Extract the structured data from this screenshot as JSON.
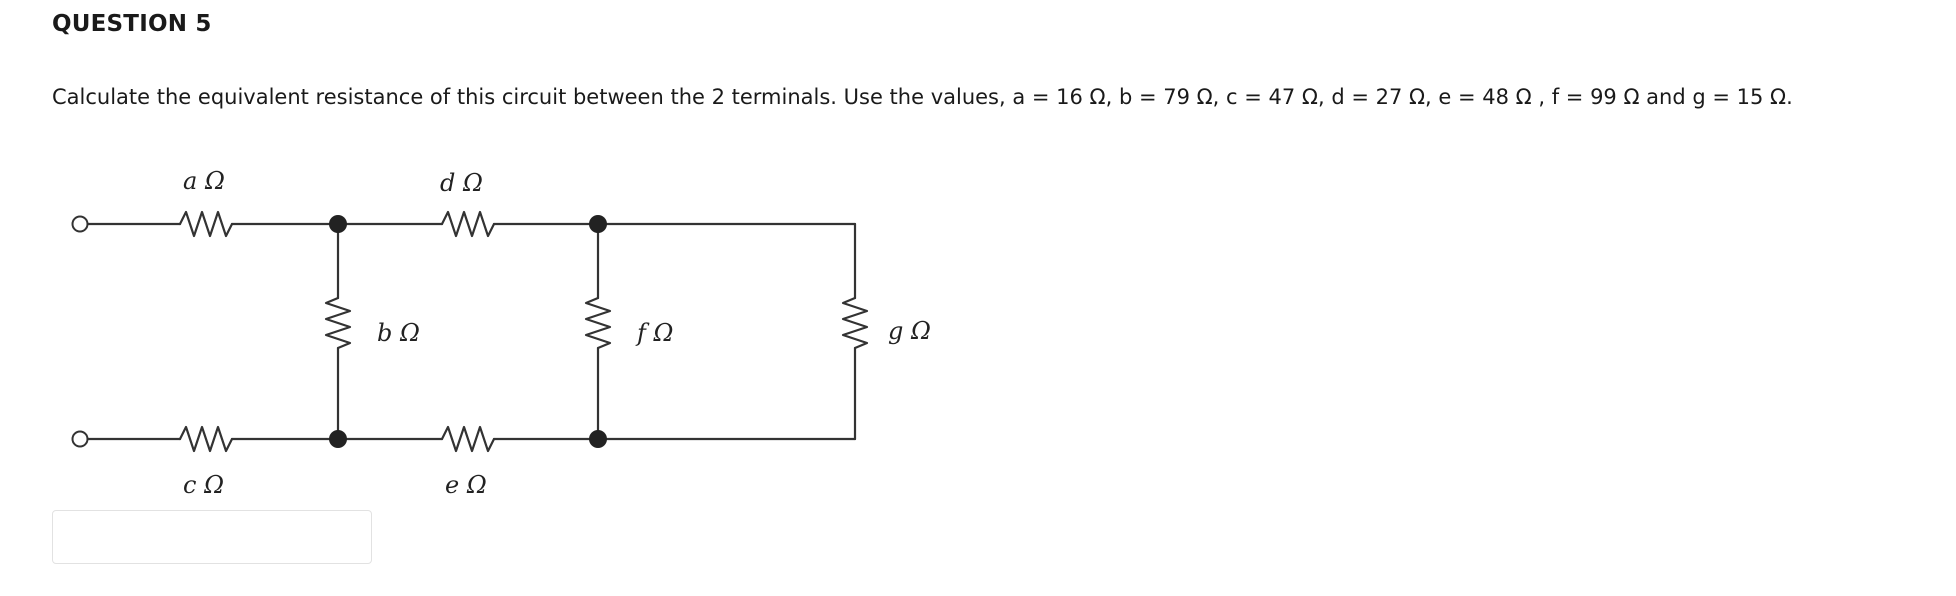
{
  "question": {
    "title": "QUESTION 5",
    "text": "Calculate the equivalent resistance of this circuit between the 2 terminals. Use the values, a = 16 Ω, b = 79 Ω, c = 47 Ω, d = 27 Ω, e = 48 Ω , f = 99 Ω and g = 15 Ω."
  },
  "circuit": {
    "labels": {
      "a": "a Ω",
      "b": "b Ω",
      "c": "c Ω",
      "d": "d Ω",
      "e": "e Ω",
      "f": "f Ω",
      "g": "g Ω"
    }
  },
  "answer": {
    "value": ""
  }
}
